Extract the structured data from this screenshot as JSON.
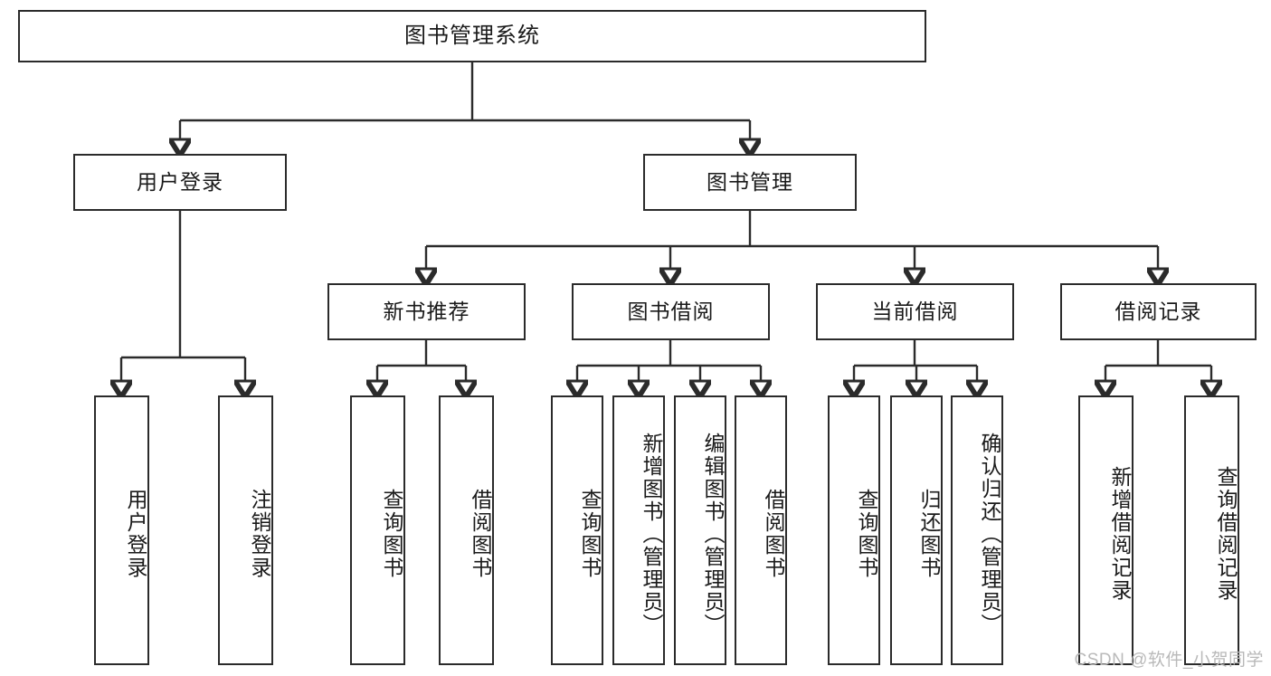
{
  "diagram": {
    "title": "图书管理系统",
    "type": "tree-hierarchy-diagram",
    "colors": {
      "box_border": "#2b2b2b",
      "box_fill": "#ffffff",
      "text": "#1a1a1a",
      "edge": "#2b2b2b",
      "watermark": "#b9b9b9"
    },
    "nodes": {
      "root": {
        "label": "图书管理系统"
      },
      "level1": [
        {
          "label": "用户登录"
        },
        {
          "label": "图书管理"
        }
      ],
      "level2": [
        {
          "label": "新书推荐"
        },
        {
          "label": "图书借阅"
        },
        {
          "label": "当前借阅"
        },
        {
          "label": "借阅记录"
        }
      ],
      "leaves_user_login": [
        {
          "label": "用户登录"
        },
        {
          "label": "注销登录"
        }
      ],
      "leaves_new_book": [
        {
          "label": "查询图书"
        },
        {
          "label": "借阅图书"
        }
      ],
      "leaves_borrow": [
        {
          "label": "查询图书"
        },
        {
          "label": "新增图书（管理员）"
        },
        {
          "label": "编辑图书（管理员）"
        },
        {
          "label": "借阅图书"
        }
      ],
      "leaves_current": [
        {
          "label": "查询图书"
        },
        {
          "label": "归还图书"
        },
        {
          "label": "确认归还（管理员）"
        }
      ],
      "leaves_records": [
        {
          "label": "新增借阅记录"
        },
        {
          "label": "查询借阅记录"
        }
      ]
    },
    "watermark": "CSDN @软件_小贺同学"
  }
}
